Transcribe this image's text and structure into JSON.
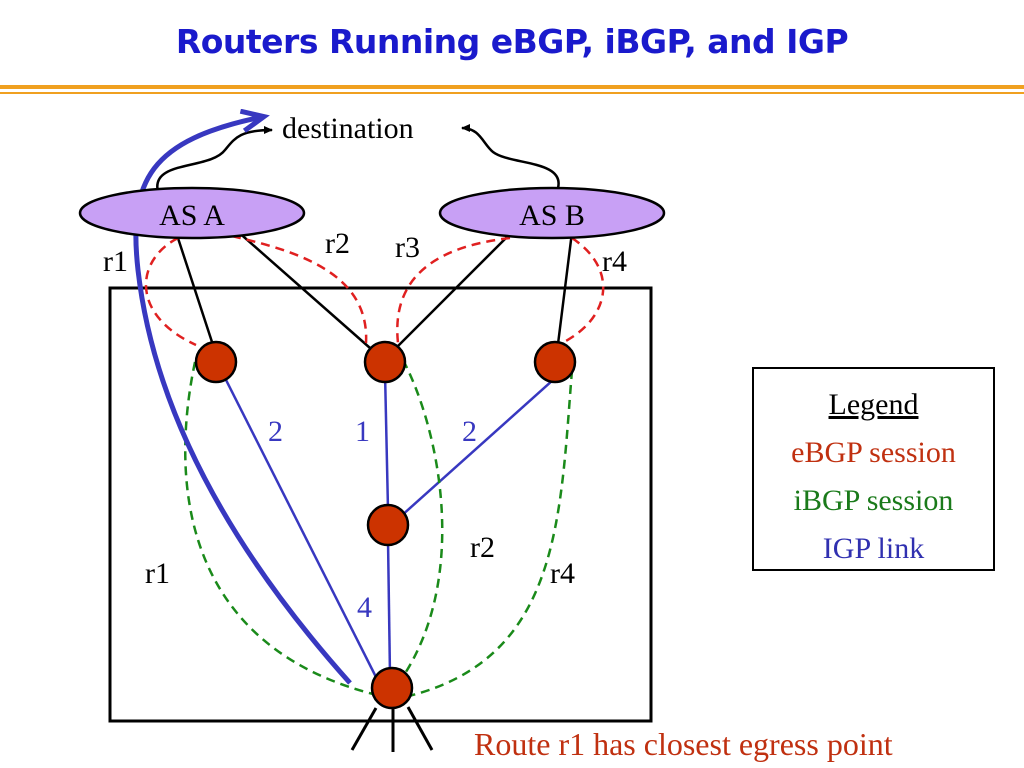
{
  "slide": {
    "title": "Routers Running eBGP, iBGP, and IGP",
    "caption": "Route r1 has closest egress point"
  },
  "diagram": {
    "destination_label": "destination",
    "as_a_label": "AS A",
    "as_b_label": "AS B",
    "ebgp_route_labels": [
      "r1",
      "r2",
      "r3",
      "r4"
    ],
    "ibgp_route_labels": [
      "r1",
      "r2",
      "r4"
    ],
    "igp_link_weights": [
      "2",
      "1",
      "2",
      "4"
    ]
  },
  "legend": {
    "title": "Legend",
    "ebgp": "eBGP session",
    "ibgp": "iBGP session",
    "igp": "IGP link"
  },
  "colors": {
    "title": "#1a1acc",
    "accent_rule": "#f0a020",
    "as_fill": "#c8a0f5",
    "router_fill": "#cc3300",
    "ebgp": "#e02020",
    "ibgp": "#1a8a1a",
    "igp": "#3838c0"
  }
}
